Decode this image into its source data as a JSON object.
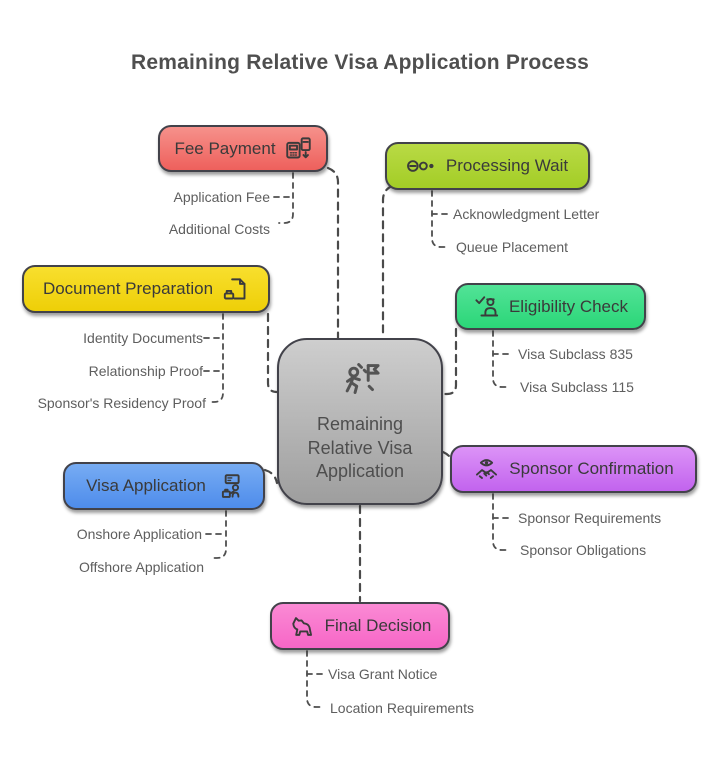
{
  "title": "Remaining Relative Visa Application Process",
  "center": {
    "label": "Remaining Relative Visa Application",
    "icon": "goal-runner-flag-icon",
    "color": "#b5b5b5"
  },
  "connector_color": "#4a4a4a",
  "topics": [
    {
      "id": "fee-payment",
      "label": "Fee Payment",
      "icon": "card-payment-terminal-icon",
      "color": "#f2726f",
      "side": "top-left",
      "leaves": [
        "Application Fee",
        "Additional Costs"
      ]
    },
    {
      "id": "processing-wait",
      "label": "Processing Wait",
      "icon": "slow-motion-circles-icon",
      "color": "#aed23a",
      "side": "top-right",
      "leaves": [
        "Acknowledgment Letter",
        "Queue Placement"
      ]
    },
    {
      "id": "document-preparation",
      "label": "Document Preparation",
      "icon": "document-scan-icon",
      "color": "#f4d81b",
      "side": "left",
      "leaves": [
        "Identity Documents",
        "Relationship Proof",
        "Sponsor's Residency Proof"
      ]
    },
    {
      "id": "eligibility-check",
      "label": "Eligibility Check",
      "icon": "person-check-icon",
      "color": "#3edd87",
      "side": "right",
      "leaves": [
        "Visa Subclass 835",
        "Visa Subclass 115"
      ]
    },
    {
      "id": "visa-application",
      "label": "Visa Application",
      "icon": "traveler-id-icon",
      "color": "#5f9df0",
      "side": "bottom-left",
      "leaves": [
        "Onshore Application",
        "Offshore Application"
      ]
    },
    {
      "id": "sponsor-confirmation",
      "label": "Sponsor Confirmation",
      "icon": "supervision-handshake-icon",
      "color": "#cf7cf3",
      "side": "bottom-right",
      "leaves": [
        "Sponsor Requirements",
        "Sponsor Obligations"
      ]
    },
    {
      "id": "final-decision",
      "label": "Final Decision",
      "icon": "dog-icon",
      "color": "#f97ccf",
      "side": "bottom",
      "leaves": [
        "Visa Grant Notice",
        "Location Requirements"
      ]
    }
  ]
}
